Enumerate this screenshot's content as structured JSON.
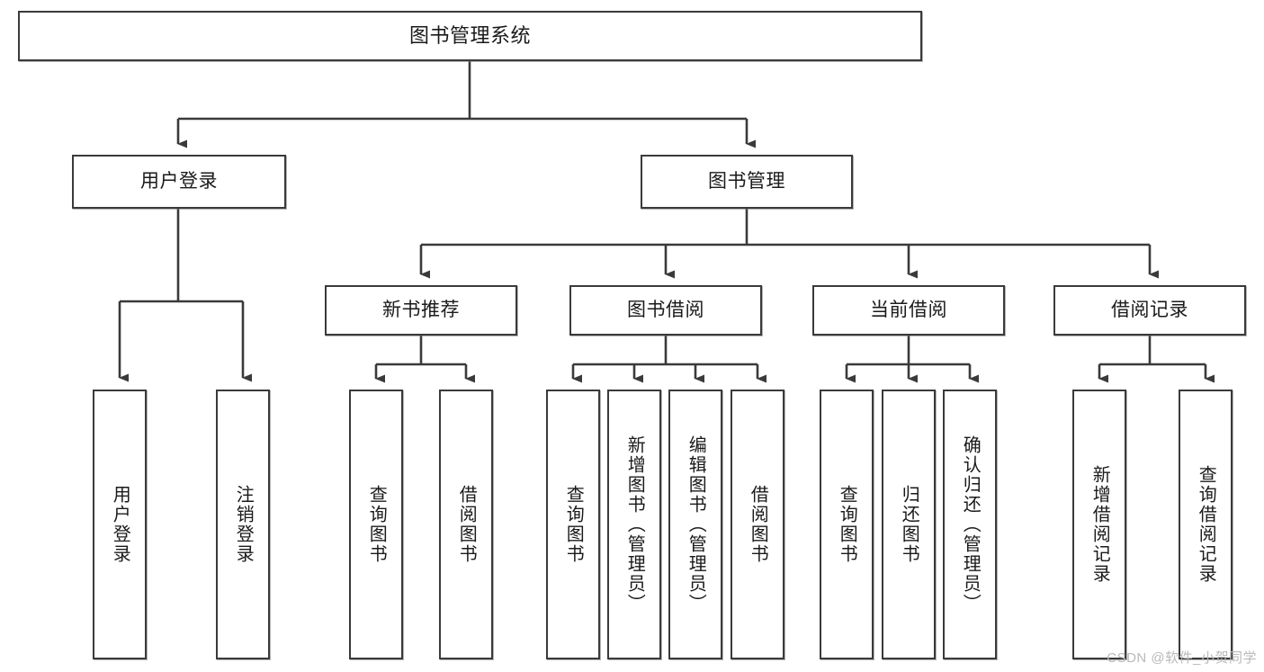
{
  "diagram": {
    "title": "图书管理系统",
    "watermark": "CSDN @软件_小贺同学",
    "line_color": "#3a3a3a",
    "box_fill": "#ffffff",
    "text_color": "#1a1a1a",
    "watermark_color": "#b9b9b9",
    "levels": {
      "level1": [
        {
          "id": "root",
          "label": "图书管理系统",
          "orientation": "horizontal"
        }
      ],
      "level2": [
        {
          "id": "user-login",
          "label": "用户登录",
          "orientation": "horizontal"
        },
        {
          "id": "book-manage",
          "label": "图书管理",
          "orientation": "horizontal"
        }
      ],
      "level3": [
        {
          "id": "new-book-rec",
          "label": "新书推荐",
          "orientation": "horizontal",
          "parent": "book-manage"
        },
        {
          "id": "book-borrow",
          "label": "图书借阅",
          "orientation": "horizontal",
          "parent": "book-manage"
        },
        {
          "id": "current-borrow",
          "label": "当前借阅",
          "orientation": "horizontal",
          "parent": "book-manage"
        },
        {
          "id": "borrow-record",
          "label": "借阅记录",
          "orientation": "horizontal",
          "parent": "book-manage"
        }
      ],
      "level4": [
        {
          "id": "leaf-user-login",
          "label": "用户登录",
          "orientation": "vertical",
          "parent": "user-login"
        },
        {
          "id": "leaf-user-logout",
          "label": "注销登录",
          "orientation": "vertical",
          "parent": "user-login"
        },
        {
          "id": "leaf-query-book-rec",
          "label": "查询图书",
          "orientation": "vertical",
          "parent": "new-book-rec"
        },
        {
          "id": "leaf-borrow-book-rec",
          "label": "借阅图书",
          "orientation": "vertical",
          "parent": "new-book-rec"
        },
        {
          "id": "leaf-query-book-borrow",
          "label": "查询图书",
          "orientation": "vertical",
          "parent": "book-borrow"
        },
        {
          "id": "leaf-add-book",
          "label": "新增图书（管理员）",
          "orientation": "vertical",
          "parent": "book-borrow"
        },
        {
          "id": "leaf-edit-book",
          "label": "编辑图书（管理员）",
          "orientation": "vertical",
          "parent": "book-borrow"
        },
        {
          "id": "leaf-borrow-book",
          "label": "借阅图书",
          "orientation": "vertical",
          "parent": "book-borrow"
        },
        {
          "id": "leaf-query-book-current",
          "label": "查询图书",
          "orientation": "vertical",
          "parent": "current-borrow"
        },
        {
          "id": "leaf-return-book",
          "label": "归还图书",
          "orientation": "vertical",
          "parent": "current-borrow"
        },
        {
          "id": "leaf-confirm-return",
          "label": "确认归还（管理员）",
          "orientation": "vertical",
          "parent": "current-borrow"
        },
        {
          "id": "leaf-add-record",
          "label": "新增借阅记录",
          "orientation": "vertical",
          "parent": "borrow-record"
        },
        {
          "id": "leaf-query-record",
          "label": "查询借阅记录",
          "orientation": "vertical",
          "parent": "borrow-record"
        }
      ]
    }
  }
}
